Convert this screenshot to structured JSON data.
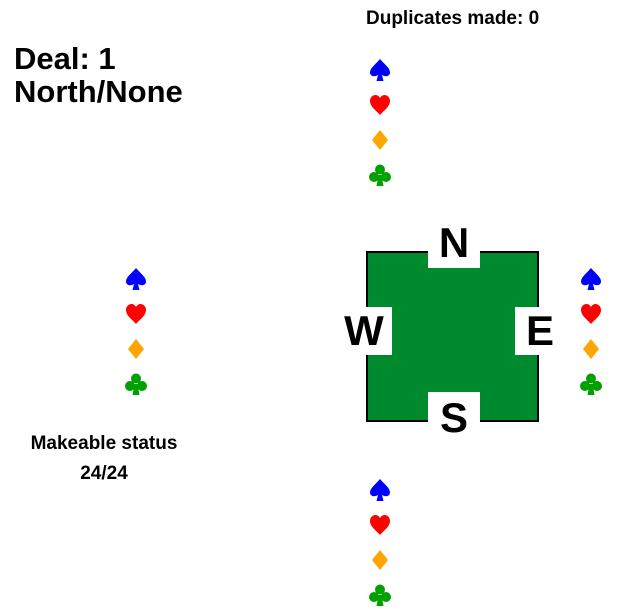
{
  "deal": {
    "title": "Deal: 1",
    "subtitle": "North/None"
  },
  "duplicates": {
    "label": "Duplicates made: 0"
  },
  "makeable": {
    "label": "Makeable status",
    "value": "24/24"
  },
  "compass": {
    "north": "N",
    "south": "S",
    "east": "E",
    "west": "W"
  },
  "colors": {
    "spade": "#0000ff",
    "heart": "#ff0000",
    "diamond": "#ffa500",
    "club": "#00a000",
    "table": "#008a2e"
  },
  "suit_icons": [
    "spade-icon",
    "heart-icon",
    "diamond-icon",
    "club-icon"
  ],
  "hands": [
    "north",
    "west",
    "east",
    "south"
  ]
}
